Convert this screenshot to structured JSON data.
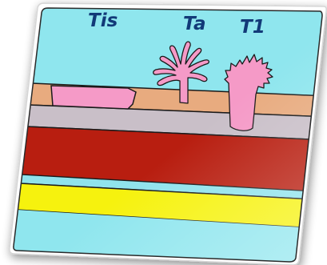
{
  "labels": {
    "tis": "Tis",
    "ta": "Ta",
    "t1": "T1"
  },
  "colors": {
    "lumen": "#8fe6ee",
    "urothelium": "#e8ab7f",
    "lamina_propria": "#c9bfc8",
    "muscularis": "#b81e10",
    "muscle_gap": "#90e3ec",
    "fat": "#f6f20e",
    "tumor": "#f59ac7",
    "label_text": "#123a78",
    "outline": "#1a1a1a"
  }
}
